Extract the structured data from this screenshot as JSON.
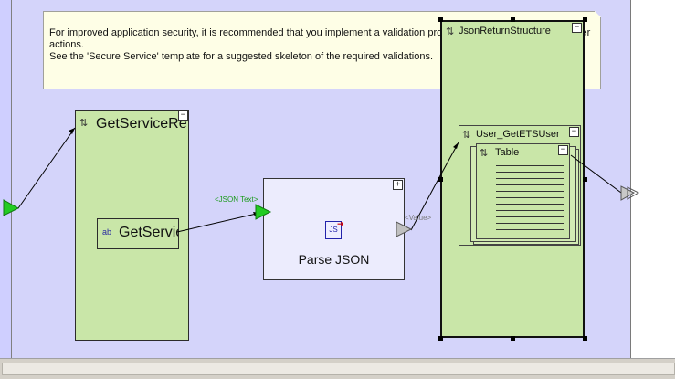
{
  "note": {
    "text": "For improved application security, it is recommended that you implement a validation process before processing any other actions.\nSee the 'Secure Service' template for a suggested skeleton of the required validations."
  },
  "nodes": {
    "get_service_request": {
      "title": "GetServiceRequest",
      "collapse": "−"
    },
    "get_service_variable": {
      "type_icon": "ab",
      "label": "GetServiceRequest"
    },
    "parse_json": {
      "label": "Parse JSON",
      "icon_text": "JS",
      "expand": "+",
      "input_pin_label": "<JSON Text>",
      "output_pin_label": "<Value>"
    },
    "json_return_structure": {
      "title": "JsonReturnStructure",
      "collapse": "−"
    },
    "user_get_ets_user": {
      "title": "User_GetETSUser",
      "collapse": "−"
    },
    "table": {
      "title": "Table",
      "collapse": "−"
    }
  },
  "icons": {
    "structure": "structure-icon",
    "text_variable": "text-variable-icon",
    "json": "json-icon"
  },
  "colors": {
    "canvas": "#d4d4fa",
    "node_green": "#c9e6a8",
    "note_bg": "#fefee6",
    "pin_green": "#22cc22",
    "pin_gray": "#c0c0c0"
  }
}
